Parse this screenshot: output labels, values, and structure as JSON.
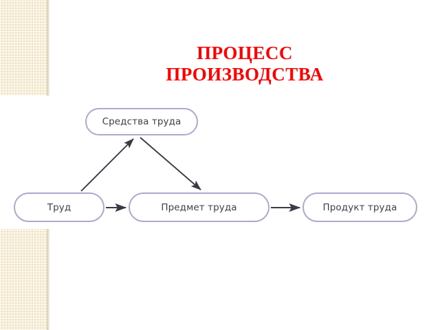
{
  "slide": {
    "title": "ПРОЦЕСС\nПРОИЗВОДСТВА",
    "title_color": "#ff0000",
    "background_color": "#ffffff",
    "side_strip_color": "#efe1bd"
  },
  "diagram": {
    "node_border_color": "#afa8cc",
    "node_fill_color": "#ffffff",
    "node_text_color": "#3e3e46",
    "arrow_color": "#3a3a46",
    "nodes": [
      {
        "id": "sredstva",
        "label": "Средства труда"
      },
      {
        "id": "trud",
        "label": "Труд"
      },
      {
        "id": "predmet",
        "label": "Предмет труда"
      },
      {
        "id": "produkt",
        "label": "Продукт труда"
      }
    ],
    "arrows": [
      {
        "from": "trud",
        "to": "sredstva",
        "kind": "diagonal-up"
      },
      {
        "from": "sredstva",
        "to": "predmet",
        "kind": "diagonal-down"
      },
      {
        "from": "trud",
        "to": "predmet",
        "kind": "horizontal"
      },
      {
        "from": "predmet",
        "to": "produkt",
        "kind": "horizontal"
      }
    ]
  }
}
